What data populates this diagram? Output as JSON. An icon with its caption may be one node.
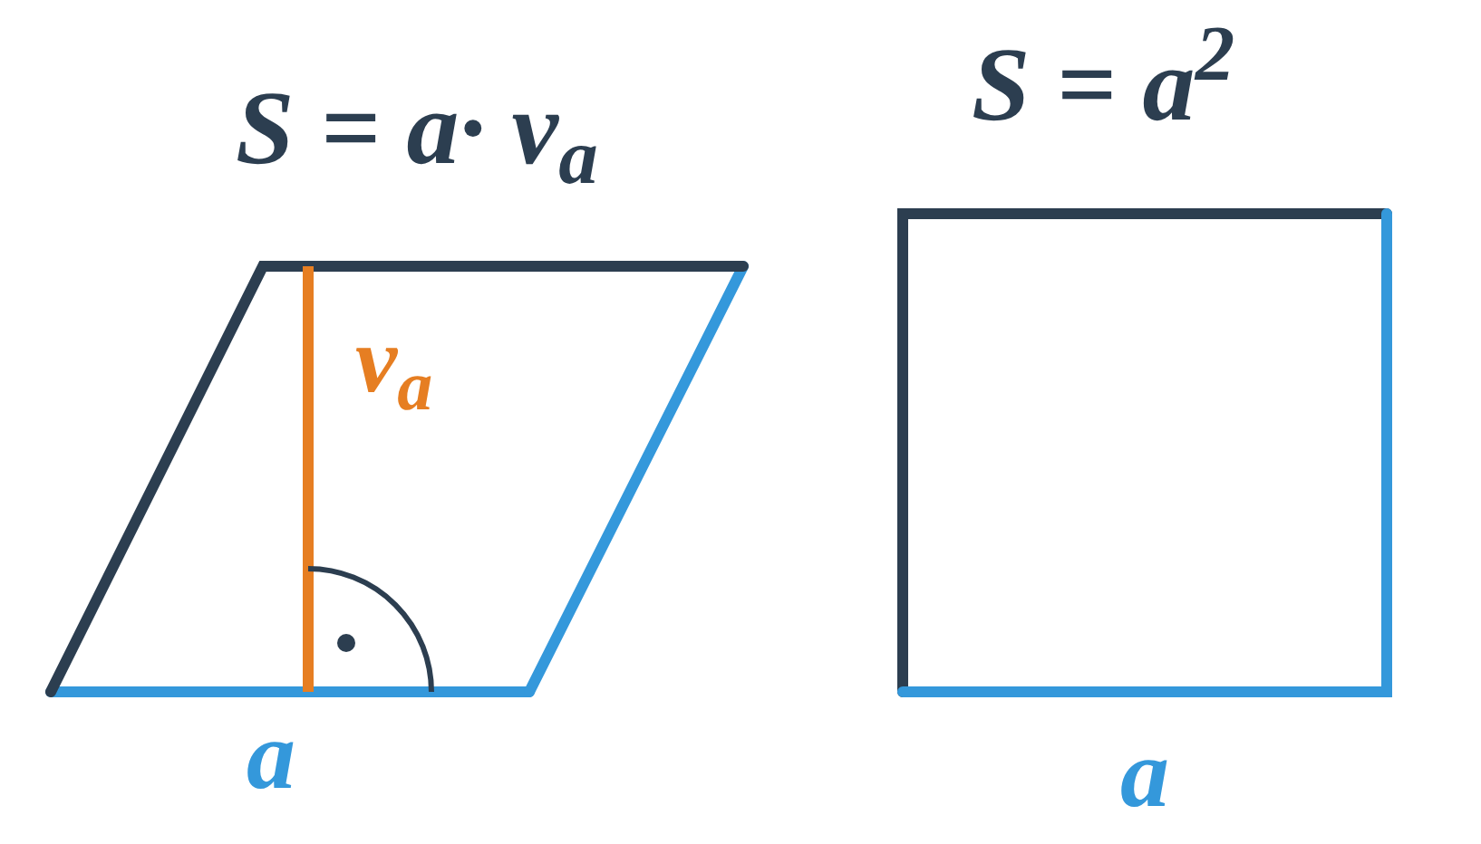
{
  "diagram": {
    "labels": [
      "S = a· v$_{a}$",
      "S = a$^{2}$",
      "v$_{a}$",
      "a",
      "a"
    ]
  }
}
